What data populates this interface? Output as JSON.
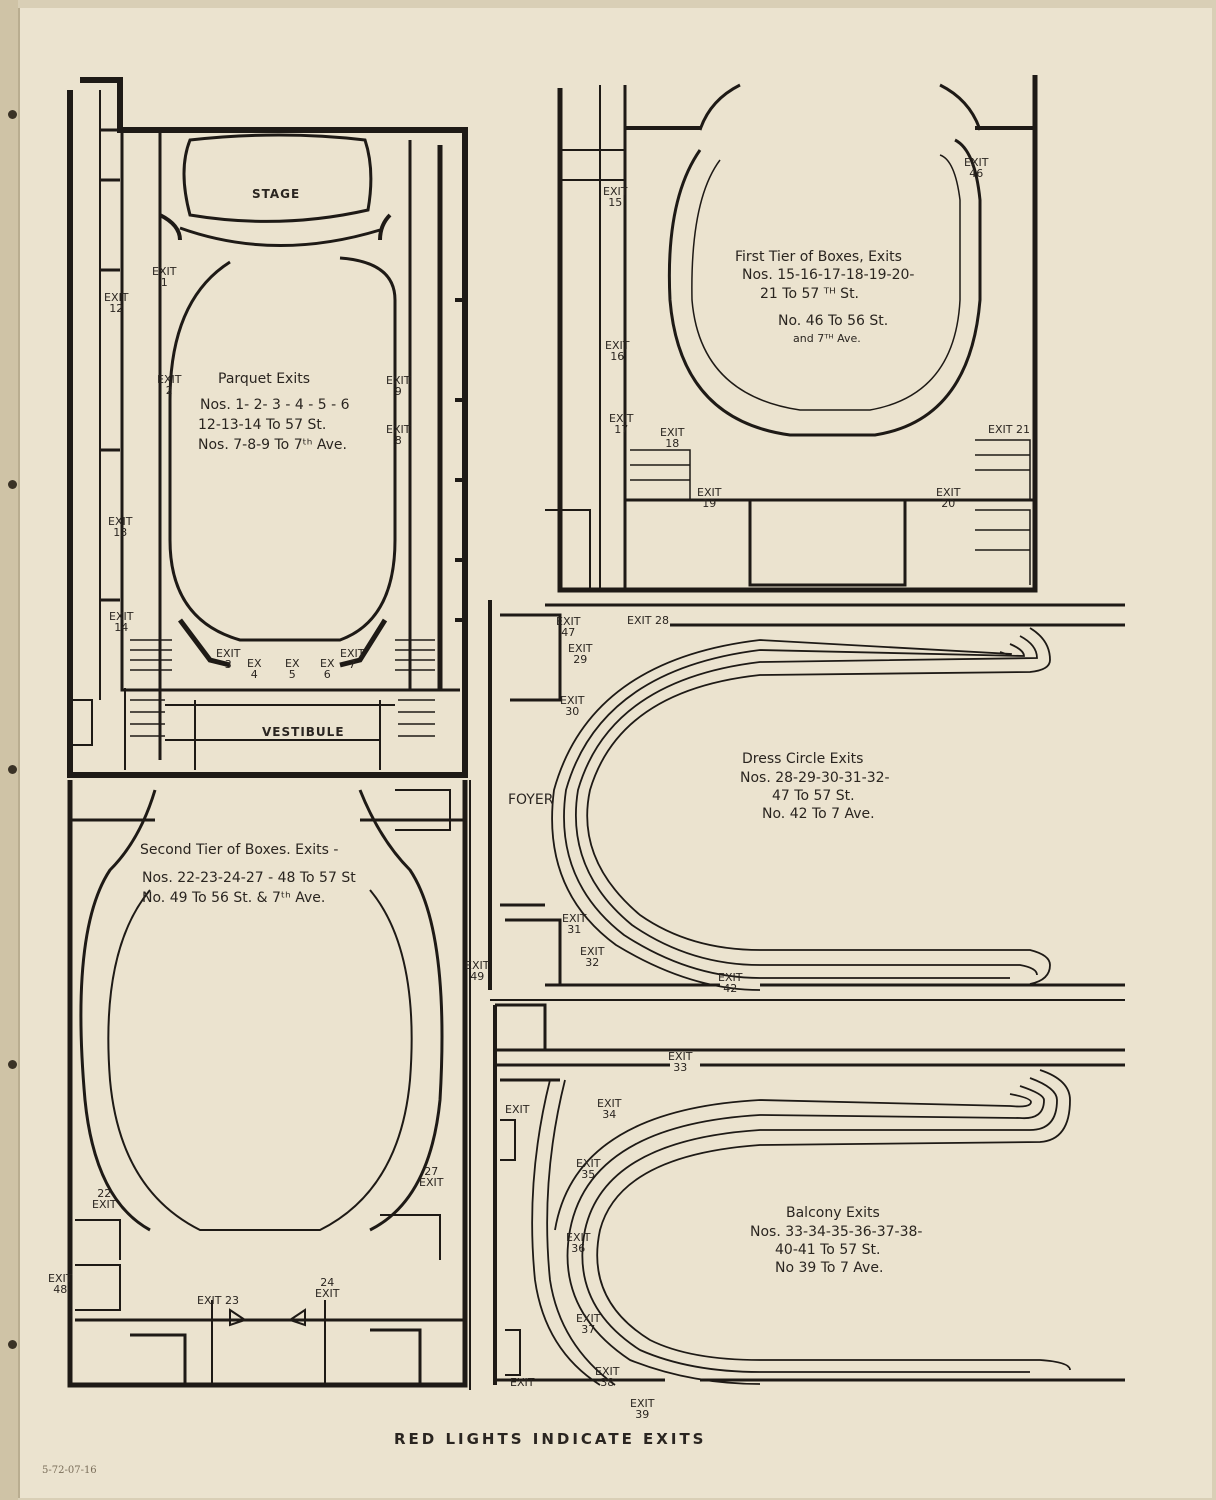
{
  "plans": {
    "parquet": {
      "stage": "STAGE",
      "vestibule": "VESTIBULE",
      "title": "Parquet Exits",
      "lines": [
        "Nos. 1- 2- 3 - 4 - 5 - 6",
        "12-13-14 To 57 St.",
        "Nos. 7-8-9 To 7ᵗʰ Ave."
      ]
    },
    "first_tier": {
      "lines": [
        "First Tier of Boxes, Exits",
        "Nos. 15-16-17-18-19-20-",
        "21 To 57 ᵀᴴ St.",
        "No. 46 To 56 St.",
        "and 7ᵀᴴ Ave."
      ]
    },
    "dress_circle": {
      "foyer": "FOYER",
      "lines": [
        "Dress Circle Exits",
        "Nos. 28-29-30-31-32-",
        "47 To 57 St.",
        "No. 42 To 7 Ave."
      ]
    },
    "second_tier": {
      "lines": [
        "Second Tier of Boxes. Exits -",
        "Nos. 22-23-24-27 - 48 To 57 St",
        "No. 49 To 56 St. & 7ᵗʰ Ave."
      ]
    },
    "balcony": {
      "lines": [
        "Balcony Exits",
        "Nos. 33-34-35-36-37-38-",
        "40-41 To 57 St.",
        "No 39 To 7 Ave."
      ]
    }
  },
  "exit_word": "EXIT",
  "exits": [
    "1",
    "2",
    "3",
    "4",
    "5",
    "6",
    "7",
    "8",
    "9",
    "12",
    "13",
    "14",
    "15",
    "16",
    "17",
    "18",
    "19",
    "20",
    "21",
    "22",
    "23",
    "24",
    "27",
    "28",
    "29",
    "30",
    "31",
    "32",
    "33",
    "34",
    "35",
    "36",
    "37",
    "38",
    "39",
    "42",
    "46",
    "47",
    "48",
    "49"
  ],
  "exit_labels": {
    "ex": "EX",
    "exit_no_number": "EXIT"
  },
  "footer": "RED LIGHTS INDICATE EXITS",
  "pencil_note": "5-72-07-16"
}
